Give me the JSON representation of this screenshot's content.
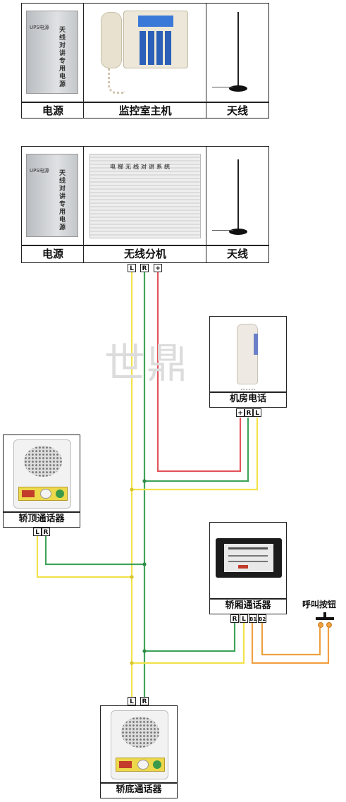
{
  "top_set": {
    "power_caption": "电源",
    "host_caption": "监控室主机",
    "antenna_caption": "天线",
    "power_box_text": "UPS电源",
    "power_box_vertical": "天线对讲专用电源"
  },
  "second_set": {
    "power_caption": "电源",
    "splitter_caption": "无线分机",
    "antenna_caption": "天线",
    "power_box_text": "UPS电源",
    "power_box_vertical": "天线对讲专用电源",
    "splitter_panel_text": "电梯无线对讲系统",
    "terminals": [
      "L",
      "R",
      "+"
    ]
  },
  "watermark": "世鼎",
  "machine_room_phone": {
    "label": "机房电话",
    "terminals": [
      "+",
      "R",
      "L"
    ]
  },
  "car_top_intercom": {
    "label": "轿顶通话器",
    "terminals": [
      "L",
      "R"
    ]
  },
  "car_intercom": {
    "label": "轿厢通话器",
    "terminals": [
      "R",
      "L",
      "B1",
      "B2"
    ]
  },
  "call_button": {
    "label": "呼叫按钮"
  },
  "car_bottom_intercom": {
    "label": "轿底通话器",
    "terminals": [
      "L",
      "R"
    ]
  },
  "colors": {
    "yellow": "#f2e24a",
    "green": "#3fa45a",
    "red": "#e2545a",
    "orange": "#f0a040"
  }
}
